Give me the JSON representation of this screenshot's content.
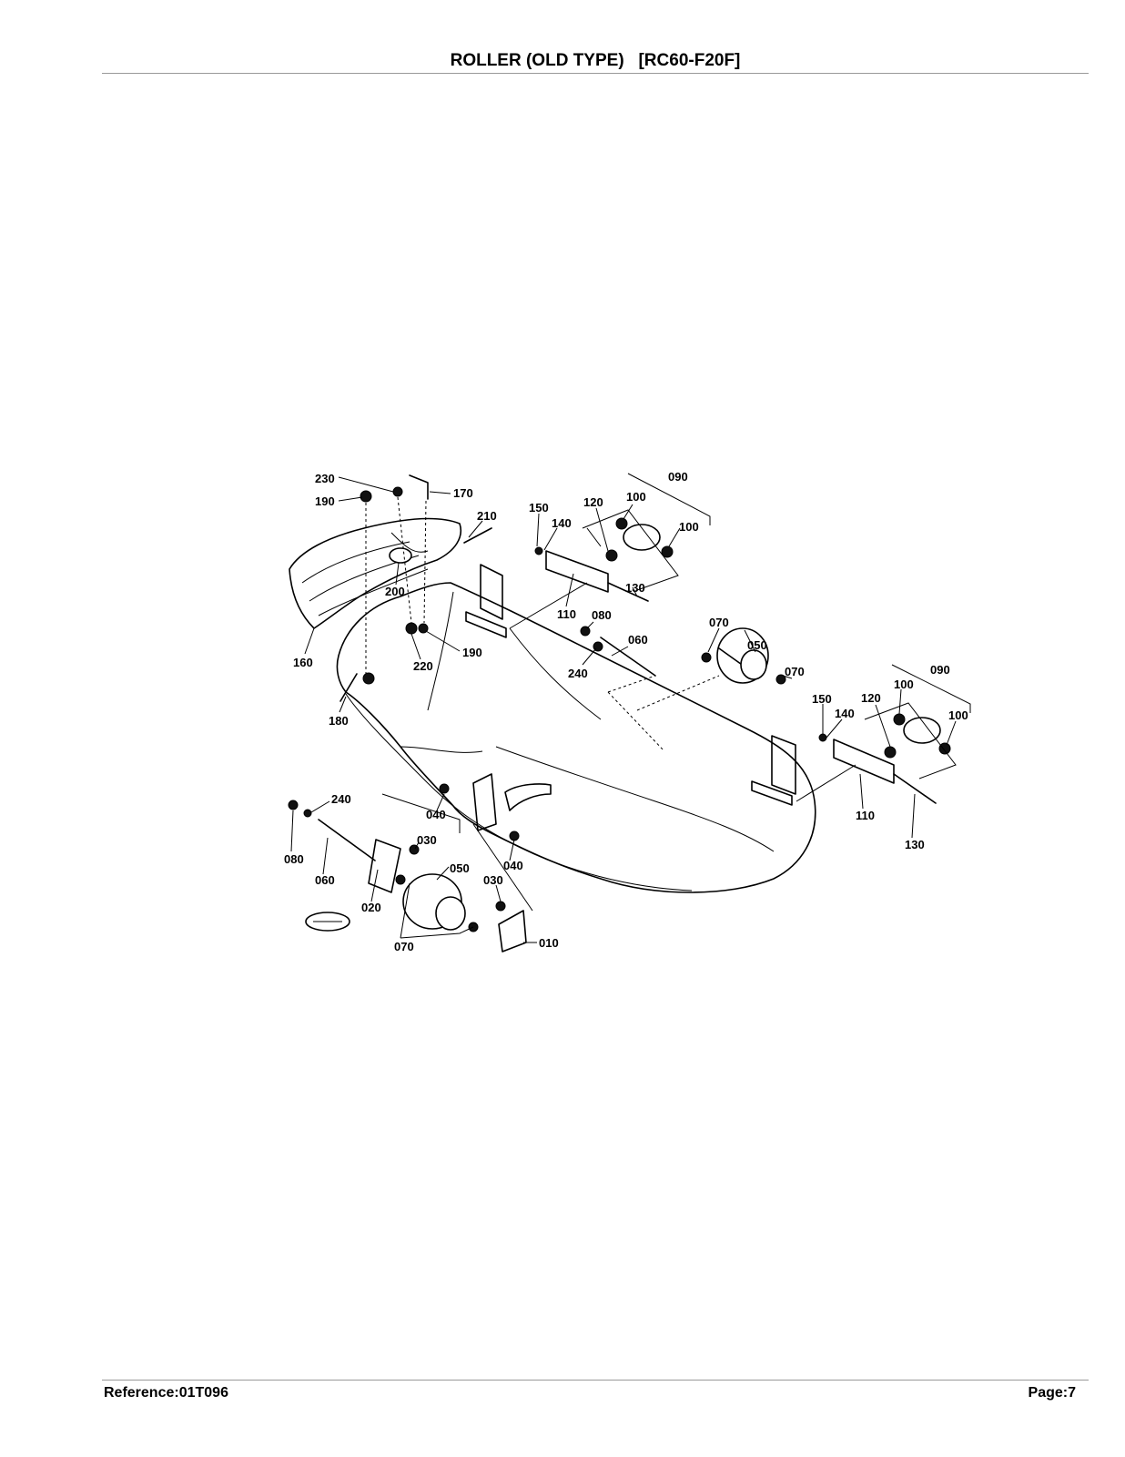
{
  "header": {
    "title": "ROLLER (OLD TYPE)   [RC60-F20F]"
  },
  "footer": {
    "reference": "Reference:01T096",
    "page": "Page:7"
  },
  "diagram": {
    "callouts": [
      {
        "id": "c230",
        "label": "230"
      },
      {
        "id": "c190a",
        "label": "190"
      },
      {
        "id": "c170",
        "label": "170"
      },
      {
        "id": "c210",
        "label": "210"
      },
      {
        "id": "c200",
        "label": "200"
      },
      {
        "id": "c160",
        "label": "160"
      },
      {
        "id": "c190b",
        "label": "190"
      },
      {
        "id": "c220",
        "label": "220"
      },
      {
        "id": "c180",
        "label": "180"
      },
      {
        "id": "c150a",
        "label": "150"
      },
      {
        "id": "c140a",
        "label": "140"
      },
      {
        "id": "c120a",
        "label": "120"
      },
      {
        "id": "c100a",
        "label": "100"
      },
      {
        "id": "c100b",
        "label": "100"
      },
      {
        "id": "c090a",
        "label": "090"
      },
      {
        "id": "c110a",
        "label": "110"
      },
      {
        "id": "c130a",
        "label": "130"
      },
      {
        "id": "c080a",
        "label": "080"
      },
      {
        "id": "c060a",
        "label": "060"
      },
      {
        "id": "c240a",
        "label": "240"
      },
      {
        "id": "c070a",
        "label": "070"
      },
      {
        "id": "c050a",
        "label": "050"
      },
      {
        "id": "c070b",
        "label": "070"
      },
      {
        "id": "c090b",
        "label": "090"
      },
      {
        "id": "c100c",
        "label": "100"
      },
      {
        "id": "c150b",
        "label": "150"
      },
      {
        "id": "c140b",
        "label": "140"
      },
      {
        "id": "c120b",
        "label": "120"
      },
      {
        "id": "c100d",
        "label": "100"
      },
      {
        "id": "c110b",
        "label": "110"
      },
      {
        "id": "c130b",
        "label": "130"
      },
      {
        "id": "c240b",
        "label": "240"
      },
      {
        "id": "c040a",
        "label": "040"
      },
      {
        "id": "c030a",
        "label": "030"
      },
      {
        "id": "c080b",
        "label": "080"
      },
      {
        "id": "c060b",
        "label": "060"
      },
      {
        "id": "c020",
        "label": "020"
      },
      {
        "id": "c050b",
        "label": "050"
      },
      {
        "id": "c030b",
        "label": "030"
      },
      {
        "id": "c040b",
        "label": "040"
      },
      {
        "id": "c070c",
        "label": "070"
      },
      {
        "id": "c010",
        "label": "010"
      }
    ]
  }
}
